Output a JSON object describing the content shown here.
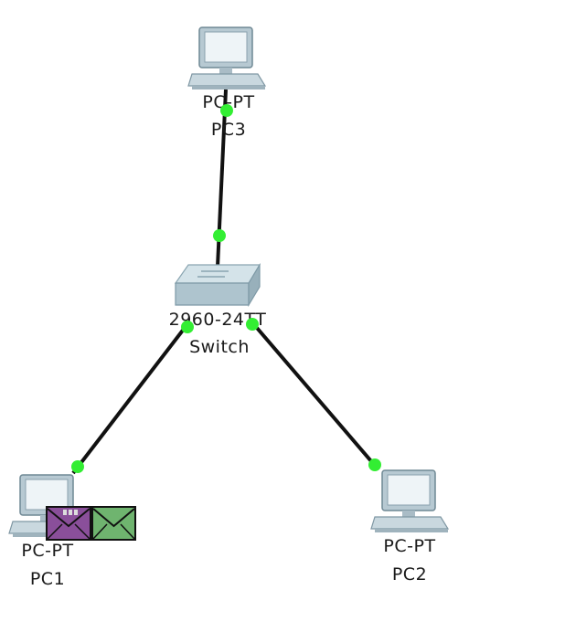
{
  "devices": {
    "pc3": {
      "model": "PC-PT",
      "name": "PC3",
      "icon": "pc-icon"
    },
    "switch": {
      "model": "2960-24TT",
      "name": "Switch",
      "icon": "switch-icon"
    },
    "pc1": {
      "model": "PC-PT",
      "name": "PC1",
      "icon": "pc-icon"
    },
    "pc2": {
      "model": "PC-PT",
      "name": "PC2",
      "icon": "pc-icon"
    }
  },
  "links": [
    {
      "from": "pc3",
      "to": "switch",
      "status": "up"
    },
    {
      "from": "switch",
      "to": "pc1",
      "status": "up"
    },
    {
      "from": "switch",
      "to": "pc2",
      "status": "up"
    }
  ],
  "pdus": [
    {
      "device": "pc1",
      "color": "#8a4f9a",
      "icon": "envelope-icon"
    },
    {
      "device": "pc1",
      "color": "#6fb46f",
      "icon": "envelope-icon"
    }
  ],
  "colors": {
    "link": "#111111",
    "port_up": "#33ee33",
    "device_body": "#c4d6de"
  }
}
